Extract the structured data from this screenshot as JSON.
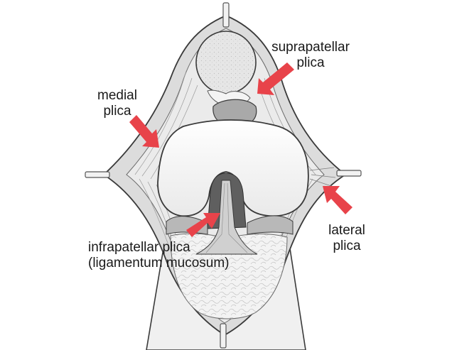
{
  "labels": {
    "suprapatellar": {
      "line1": "suprapatellar",
      "line2": "plica"
    },
    "medial": {
      "line1": "medial",
      "line2": "plica"
    },
    "lateral": {
      "line1": "lateral",
      "line2": "plica"
    },
    "infrapatellar": {
      "line1": "infrapatellar plica",
      "line2": "(ligamentum mucosum)"
    }
  },
  "colors": {
    "arrow": "#e8434a",
    "outline": "#3a3a3a",
    "tissue": "#d9d9d9",
    "tissue_light": "#efefef",
    "cartilage": "#f7f7f7",
    "patella": "#e2e2e2",
    "fat_pad": "#ececec",
    "dark_notch": "#5f5f5f",
    "meniscus": "#b8b8b8"
  },
  "icons": {
    "arrow": "red-pointer-arrow",
    "retractor": "retractor-hook"
  }
}
